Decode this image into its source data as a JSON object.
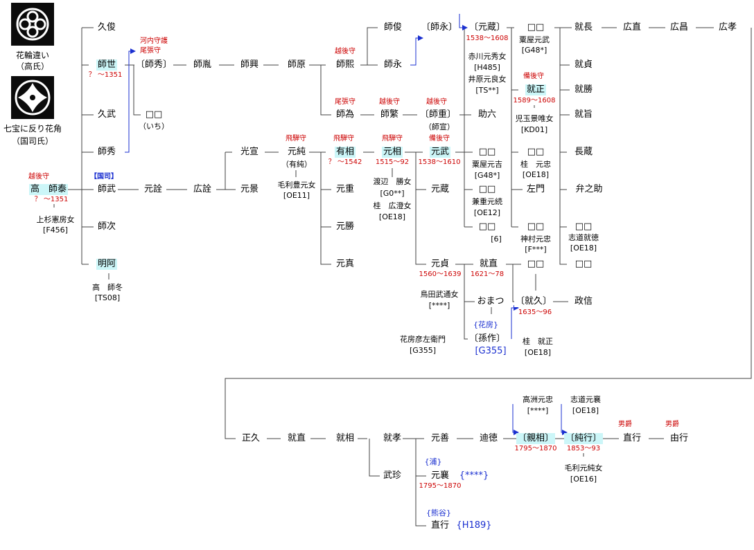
{
  "crests": {
    "crest1_caption": "花輪違い",
    "crest1_clan": "（高氏）",
    "crest2_caption": "七宝に反り花角",
    "crest2_clan": "（国司氏）"
  },
  "persons": {
    "moroyasu": "高　師泰",
    "moroyasu_wife": "上杉憲房女",
    "moroyasu_wife_code": "[F456]",
    "hisatoshi": "久俊",
    "moroyo": "師世",
    "hisatake": "久武",
    "morohide1": "師秀",
    "moritake": "師武",
    "morotsugu": "師次",
    "myoa": "明阿",
    "myoa_wife": "高　師冬",
    "myoa_wife_code": "[TS08]",
    "morohide2": "〔師秀〕",
    "ichi": "□□",
    "ichi_note": "（いち）",
    "moroaki": "師胤",
    "moroki": "師興",
    "morohara": "師原",
    "morohiro": "師熙",
    "morotame": "師為",
    "morotoshi2": "師俊",
    "moronaga": "師永",
    "moronaga2": "〔師永〕",
    "moroshige": "師繁",
    "moroshige2": "〔師重〕",
    "moroshige2_note": "（師宣）",
    "motoaki": "元詮",
    "hiroaki": "広詮",
    "mitsunobu": "光宣",
    "motokage": "元景",
    "motozumi": "元純",
    "motozumi_note": "（有純）",
    "motozumi_wife": "毛利豊元女",
    "motozumi_wife_code": "[OE11]",
    "arisuke": "有相",
    "motoshige": "元重",
    "motokatsu": "元勝",
    "motozane": "元真",
    "motosuke": "元相",
    "motosuke_wife1": "渡辺　勝女",
    "motosuke_wife1_code": "[G0**]",
    "motosuke_wife2": "桂　広澄女",
    "motosuke_wife2_code": "[OE18]",
    "mototake": "元武",
    "motokura": "元蔵",
    "motosada": "元貞",
    "motosada_wife": "鳥田武通女",
    "motosada_wife_code": "[****]",
    "hanabusa": "花房彦左衛門",
    "hanabusa_code": "[G355]",
    "sukeroku": "助六",
    "motokura2": "〔元蔵〕",
    "motokura2_wife1": "赤川元秀女",
    "motokura2_wife1_code": "[H485]",
    "motokura2_wife2": "井原元良女",
    "motokura2_wife2_code": "[TS**]",
    "d_sq1": "□□",
    "d_sq1_wife": "粟屋元吉",
    "d_sq1_wife_code": "[G48*]",
    "d_sq2": "□□",
    "d_sq2_wife": "兼重元続",
    "d_sq2_wife_code": "[OE12]",
    "d_sq3": "□□",
    "d_sq3_code": "[6]",
    "naritada": "就直",
    "omatsu": "おまつ",
    "magosaku": "〔孫作〕",
    "magosaku_code": "[G355]",
    "sq_top": "□□",
    "sq_top_husband": "粟屋元武",
    "sq_top_code": "[G48*]",
    "narimasa": "就正",
    "narimasa_wife": "児玉景唯女",
    "narimasa_wife_code": "[KD01]",
    "sq_mid": "□□",
    "sq_mid_husband": "桂　元忠",
    "sq_mid_code": "[OE18]",
    "samon": "左門",
    "sq_bot": "□□",
    "sq_bot_husband": "神村元忠",
    "sq_bot_code": "[F***]",
    "sq_r1": "□□",
    "sq_r2": "□□",
    "narihisa": "〔就久〕",
    "naritada_wife": "桂　就正",
    "naritada_wife_code": "[OE18]",
    "narinaga": "就長",
    "narisada": "就貞",
    "narikatsu": "就勝",
    "narimune": "就旨",
    "nagakura": "長蔵",
    "bennosuke": "弁之助",
    "sq_r3": "□□",
    "sq_r3_husband": "志道就徳",
    "sq_r3_code": "[OE18]",
    "masanobu": "政信",
    "hironao": "広直",
    "hiromasa": "広昌",
    "hirotaka": "広孝",
    "masahisa": "正久",
    "naritada2": "就直",
    "narisuke": "就相",
    "naritaka": "就孝",
    "buchin": "武珍",
    "motoyoshi": "元善",
    "michinori": "迪徳",
    "chikasuke": "〔親相〕",
    "chikasuke_father": "高洲元忠",
    "chikasuke_father_code": "[****]",
    "sumiyuki": "〔純行〕",
    "sumiyuki_father": "志道元襄",
    "sumiyuki_father_code": "[OE18]",
    "sumiyuki_wife": "毛利元純女",
    "sumiyuki_wife_code": "[OE16]",
    "naoyuki": "直行",
    "yoshiyuki": "由行",
    "motojo": "元襄",
    "motojo_code": "{****}",
    "naoyuki2": "直行",
    "naoyuki2_code": "{H189}",
    "magosaku_branch": "{花房}",
    "motojo_branch": "{浦}",
    "naoyuki2_branch": "{熊谷}"
  },
  "titles": {
    "moroyasu_title": "越後守",
    "moroyo_title1": "河内守護",
    "moroyo_title2": "尾張守",
    "moritake_title": "【国司】",
    "morohiro_title": "越後守",
    "morotame_title": "尾張守",
    "moroshige_title": "越後守",
    "moroshige2_title": "越後守",
    "motozumi_title": "飛騨守",
    "arisuke_title": "飛騨守",
    "motosuke_title": "飛騨守",
    "mototake_title": "備後守",
    "narimasa_title": "備後守",
    "naoyuki_title": "男爵",
    "yoshiyuki_title": "男爵"
  },
  "dates": {
    "moroyasu": "？ ～1351",
    "moroyo": "？ ～1351",
    "arisuke": "？ ～1542",
    "motosuke": "1515～92",
    "mototake": "1538～1610",
    "motokura2": "1538～1608",
    "narimasa": "1589～1608",
    "motosada": "1560～1639",
    "naritada": "1621～78",
    "narihisa": "1635～96",
    "chikasuke": "1795～1870",
    "sumiyuki": "1853～93",
    "motojo": "1795～1870"
  },
  "colors": {
    "highlight": "#ccf6f8",
    "title_red": "#cc0000",
    "adoption_blue": "#1a2fd0",
    "crest_black": "#0b0b0b"
  },
  "icons": [
    "hanawa-chigai-crest-icon",
    "shippo-sori-hanakaku-crest-icon"
  ]
}
